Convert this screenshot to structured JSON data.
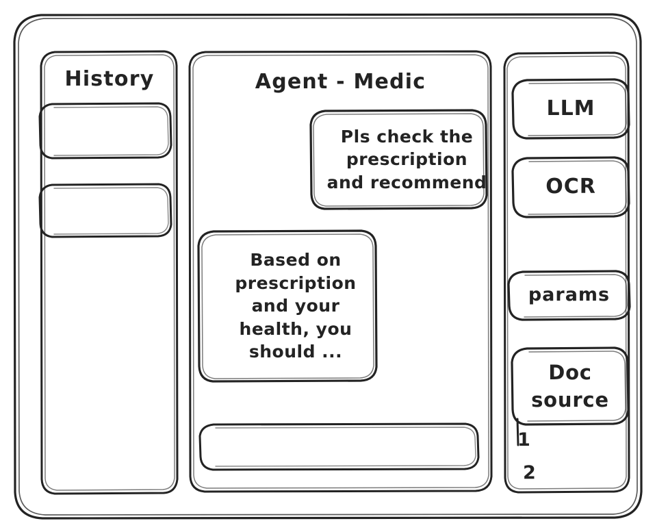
{
  "window": {
    "name": "agent-wireframe-window"
  },
  "history_panel": {
    "title": "History",
    "items": [
      {
        "label": ""
      },
      {
        "label": ""
      }
    ]
  },
  "agent_panel": {
    "title": "Agent - Medic",
    "messages": [
      {
        "role": "user",
        "text": "Pls check the prescription and recommend",
        "lines": [
          "Pls check the",
          "prescription",
          "and recommend"
        ]
      },
      {
        "role": "assistant",
        "text": "Based on prescription and your health, you should ...",
        "lines": [
          "Based on",
          "prescription",
          "and your",
          "health, you",
          "should ..."
        ]
      }
    ],
    "composer": {
      "value": "",
      "placeholder": ""
    }
  },
  "tools_panel": {
    "buttons": [
      {
        "label": "LLM"
      },
      {
        "label": "OCR"
      },
      {
        "label": "params"
      }
    ],
    "doc_source": {
      "label": "Doc source",
      "lines": [
        "Doc",
        "source"
      ],
      "sources": [
        "1",
        "2"
      ]
    }
  },
  "style": {
    "ink": "#232323",
    "paper": "#ffffff"
  }
}
